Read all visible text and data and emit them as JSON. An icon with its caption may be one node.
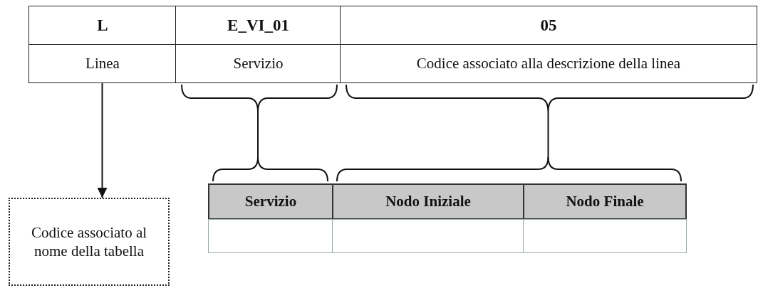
{
  "diagram": {
    "nodes": [
      {
        "text": [
          "L",
          "Linea"
        ]
      },
      {
        "text": [
          "E_VI_01",
          "Servizio"
        ]
      },
      {
        "text": [
          "05",
          "Codice associato alla descrizione della linea"
        ]
      },
      {
        "text": [
          "Codice associato al nome della tabella"
        ]
      },
      {
        "text": [
          "Servizio"
        ]
      },
      {
        "text": [
          "Nodo Iniziale"
        ]
      },
      {
        "text": [
          "Nodo Finale"
        ]
      }
    ],
    "edges": [
      {
        "from": 0,
        "to": 3,
        "arrow": "to"
      },
      {
        "from": 1,
        "to": 4,
        "arrow": "none"
      },
      {
        "from": 2,
        "to": 5,
        "arrow": "none"
      },
      {
        "from": 2,
        "to": 6,
        "arrow": "none"
      }
    ]
  }
}
